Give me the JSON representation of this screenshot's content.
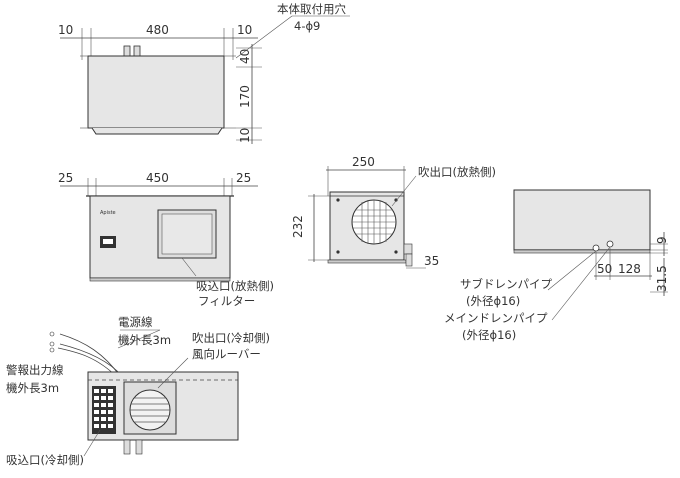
{
  "top_view": {
    "dim_left": "10",
    "dim_width": "480",
    "dim_right": "10",
    "dim_side_top": "40",
    "dim_side_mid": "170",
    "dim_side_bot": "10",
    "hole_title": "本体取付用穴",
    "hole_spec": "4-ϕ9"
  },
  "front_view": {
    "dim_left": "25",
    "dim_width": "450",
    "dim_right": "25",
    "logo": "Apiste",
    "intake_label": "吸込口(放熱側)",
    "filter_label": "フィルター"
  },
  "side_view": {
    "dim_width": "250",
    "dim_height": "232",
    "dim_bottom": "35",
    "outlet_label": "吹出口(放熱側)"
  },
  "rear_view": {
    "dim_9": "9",
    "dim_50": "50",
    "dim_128": "128",
    "dim_31_5": "31.5",
    "sub_drain_label": "サブドレンパイプ",
    "sub_drain_dia": "(外径ϕ16)",
    "main_drain_label": "メインドレンパイプ",
    "main_drain_dia": "(外径ϕ16)"
  },
  "bottom_view": {
    "power_label": "電源線",
    "power_length": "機外長3m",
    "alarm_label": "警報出力線",
    "alarm_length": "機外長3m",
    "outlet_label": "吹出口(冷却側)",
    "louver_label": "風向ルーバー",
    "intake_label": "吸込口(冷却側)"
  }
}
